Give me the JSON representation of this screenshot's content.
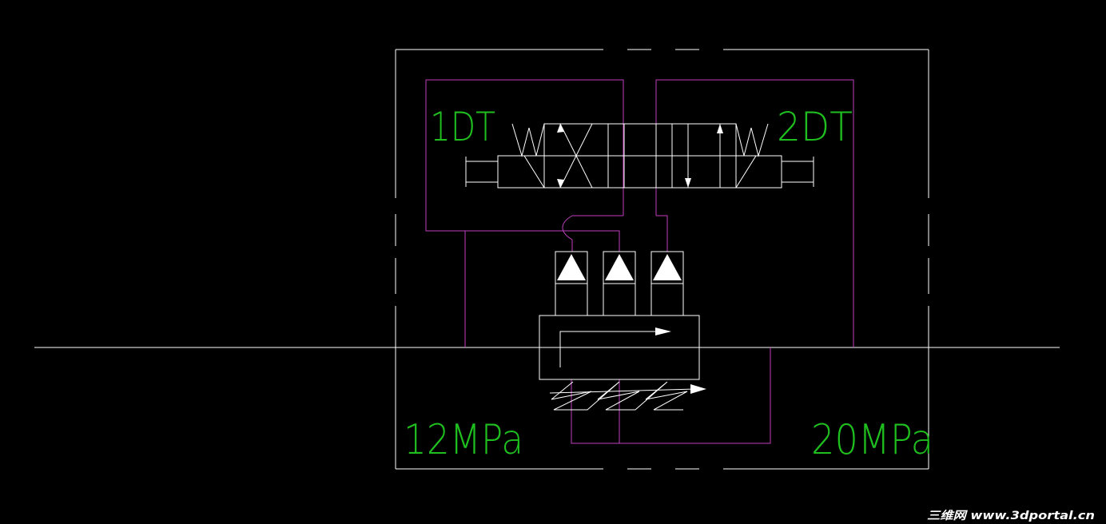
{
  "diagram": {
    "labels": {
      "solenoid_left": "1DT",
      "solenoid_right": "2DT",
      "pressure_left": "12MPa",
      "pressure_right": "20MPa"
    },
    "watermark": "三维网 www.3dportal.cn",
    "colors": {
      "background": "#000000",
      "outline": "#ffffff",
      "pipe": "#c040c0",
      "text": "#1fbf1f"
    }
  }
}
